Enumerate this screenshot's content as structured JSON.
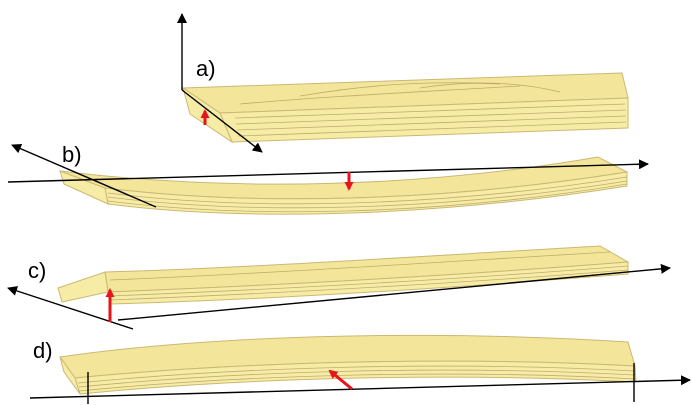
{
  "labels": {
    "a": "a)",
    "b": "b)",
    "c": "c)",
    "d": "d)"
  },
  "colors": {
    "wood_face": "#f6eca6",
    "wood_top": "#f3e69a",
    "wood_edge": "#cbb873",
    "grain": "#a99258",
    "axis": "#000000",
    "arrow": "#e8141b"
  }
}
